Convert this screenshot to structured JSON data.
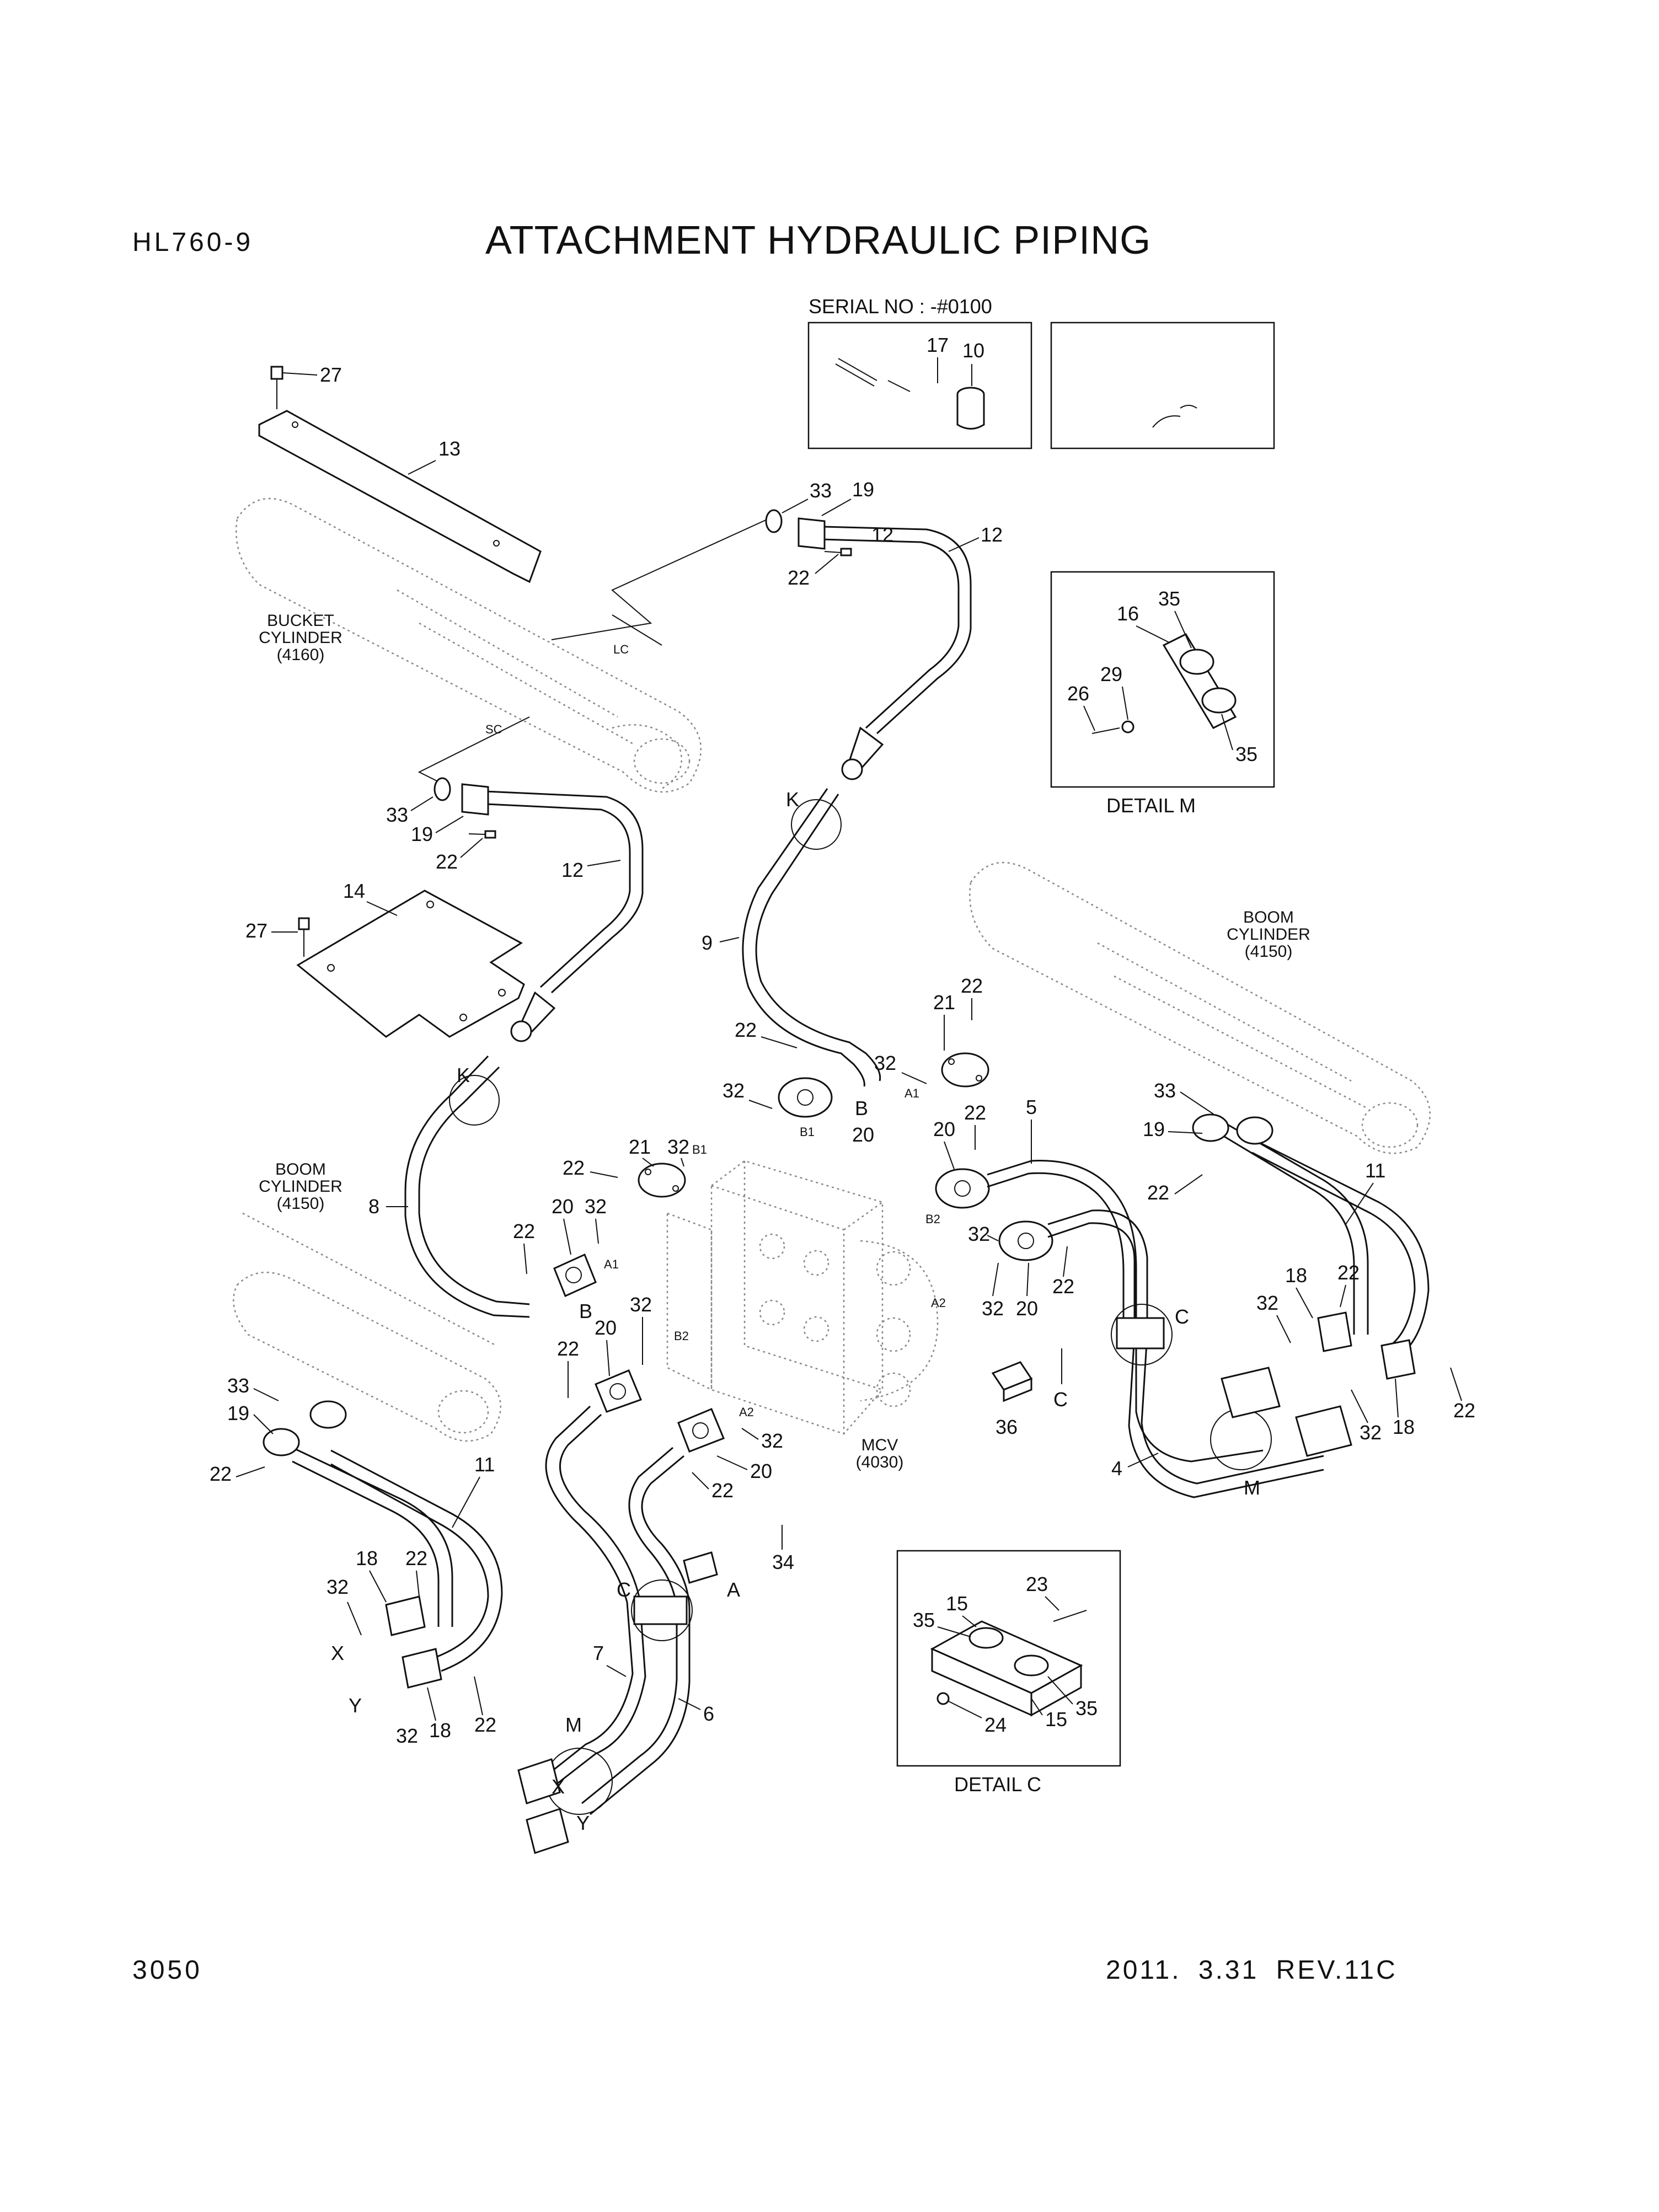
{
  "header": {
    "model": "HL760-9",
    "title": "ATTACHMENT HYDRAULIC PIPING"
  },
  "footer": {
    "page_number": "3050",
    "revision": "2011.  3.31  REV.11C"
  },
  "serial_note": "SERIAL NO : -#0100",
  "assemblies": {
    "bucket_cylinder": [
      "BUCKET",
      "CYLINDER",
      "(4160)"
    ],
    "boom_cylinder_right": [
      "BOOM",
      "CYLINDER",
      "(4150)"
    ],
    "boom_cylinder_left": [
      "BOOM",
      "CYLINDER",
      "(4150)"
    ],
    "mcv": [
      "MCV",
      "(4030)"
    ]
  },
  "details": {
    "m": "DETAIL M",
    "c": "DETAIL C"
  },
  "callouts": [
    "27",
    "13",
    "33",
    "19",
    "12",
    "22",
    "12",
    "33",
    "19",
    "22",
    "12",
    "14",
    "27",
    "9",
    "K",
    "K",
    "8",
    "17",
    "10",
    "16",
    "35",
    "29",
    "26",
    "35",
    "22",
    "32",
    "B",
    "20",
    "B1",
    "21",
    "22",
    "32",
    "A1",
    "20",
    "22",
    "5",
    "B2",
    "32",
    "21",
    "32",
    "B1",
    "22",
    "20",
    "32",
    "A1",
    "22",
    "B",
    "22",
    "20",
    "32",
    "B2",
    "A2",
    "32",
    "20",
    "22",
    "32",
    "20",
    "22",
    "A2",
    "C",
    "C",
    "36",
    "4",
    "M",
    "33",
    "19",
    "11",
    "22",
    "18",
    "22",
    "32",
    "32",
    "18",
    "22",
    "33",
    "19",
    "22",
    "11",
    "18",
    "22",
    "32",
    "X",
    "Y",
    "32",
    "18",
    "22",
    "C",
    "A",
    "34",
    "7",
    "6",
    "M",
    "X",
    "Y",
    "15",
    "23",
    "35",
    "35",
    "15",
    "24"
  ],
  "port_tags": [
    "LC",
    "SC"
  ],
  "icons": [
    "hydraulic-pipe",
    "split-flange",
    "o-ring",
    "bolt",
    "clamp",
    "pressure-switch",
    "control-valve-block"
  ]
}
